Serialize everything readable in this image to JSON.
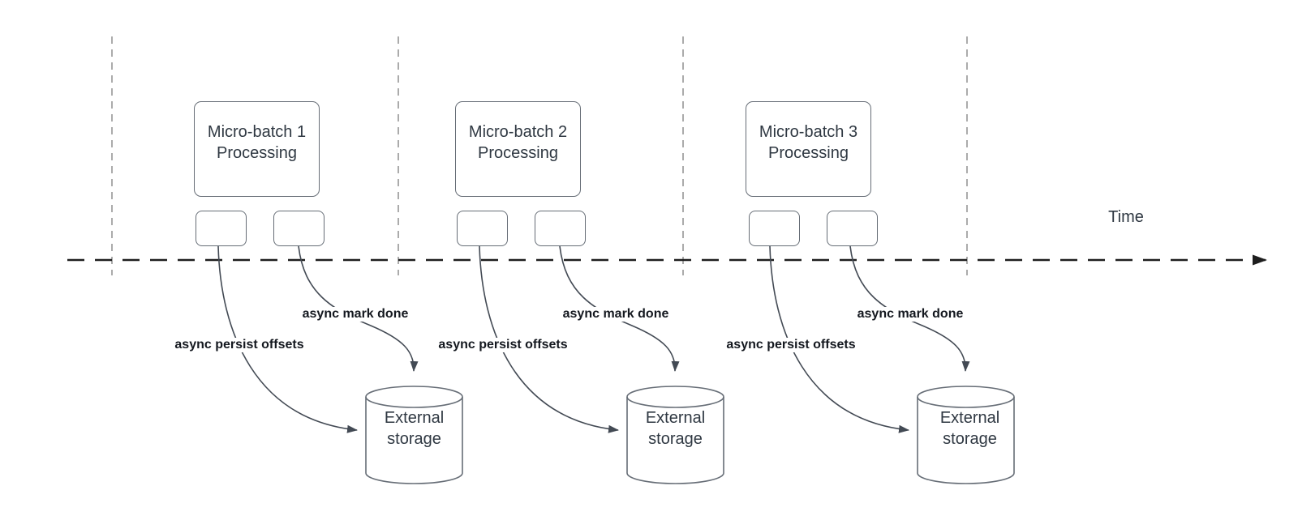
{
  "diagram_type": "timeline-flow-diagram",
  "time_axis": {
    "label": "Time"
  },
  "colors": {
    "box_border": "#666d76",
    "box_text": "#2f3842",
    "arrow_color": "#434a54",
    "label_text": "#14181f",
    "timeline_color": "#1e1e1e",
    "gridline_color": "#ababab",
    "bg": "#ffffff"
  },
  "groups": [
    {
      "processing_line1": "Micro-batch 1",
      "processing_line2": "Processing",
      "persist_label": "async persist offsets",
      "mark_done_label": "async mark done",
      "storage_line1": "External",
      "storage_line2": "storage"
    },
    {
      "processing_line1": "Micro-batch 2",
      "processing_line2": "Processing",
      "persist_label": "async persist offsets",
      "mark_done_label": "async mark done",
      "storage_line1": "External",
      "storage_line2": "storage"
    },
    {
      "processing_line1": "Micro-batch 3",
      "processing_line2": "Processing",
      "persist_label": "async persist offsets",
      "mark_done_label": "async mark done",
      "storage_line1": "External",
      "storage_line2": "storage"
    }
  ]
}
